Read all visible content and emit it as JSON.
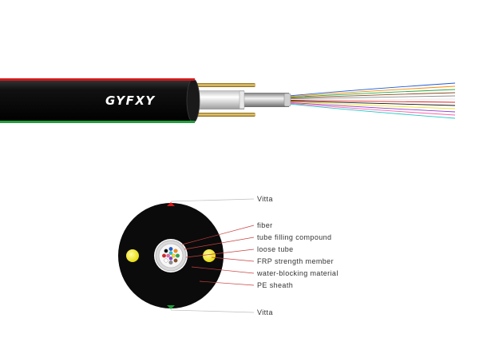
{
  "brand_text": "GYFXY",
  "colors": {
    "sheath": "#0b0b0b",
    "vitta_top": "#d21a1a",
    "vitta_bottom": "#1f9e3a",
    "frp_member": "#f2ea1b",
    "brass_wire": "#c8a13a",
    "loose_tube": "#dcdcdc",
    "leader_line": "#c94040"
  },
  "fiber_colors": [
    "#1f5ad6",
    "#ff8a00",
    "#2aa845",
    "#8a4b1f",
    "#8c8c8c",
    "#ffffff",
    "#e02424",
    "#111111",
    "#f2e21b",
    "#8e3bd6",
    "#ff5fa8",
    "#1fc7c7"
  ],
  "labels": {
    "vitta_top": "Vitta",
    "fiber": "fiber",
    "tube_filling": "tube filling compound",
    "loose_tube": "loose tube",
    "frp": "FRP strength member",
    "water_blocking": "water-blocking material",
    "pe_sheath": "PE sheath",
    "vitta_bottom": "Vitta"
  }
}
